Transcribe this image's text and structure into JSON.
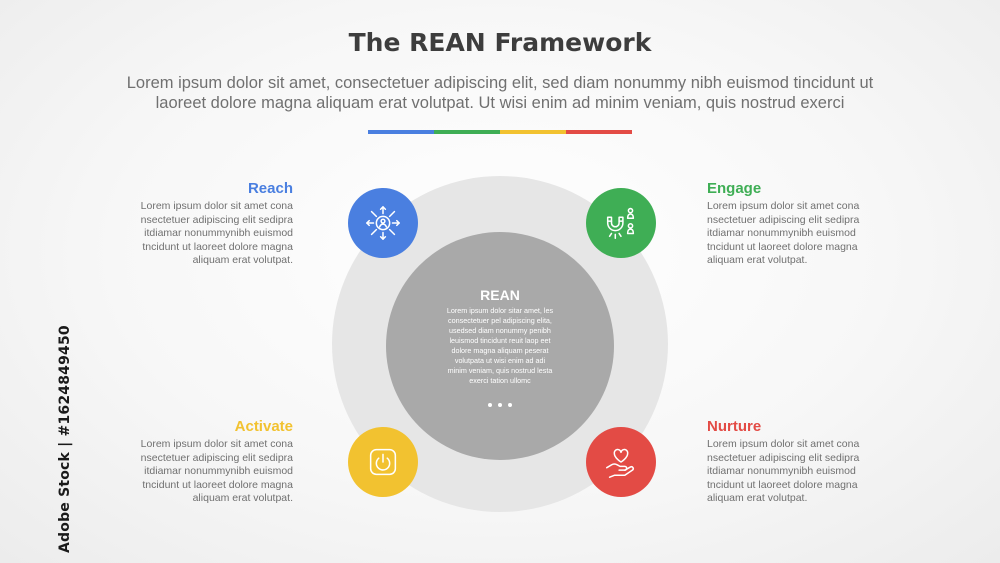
{
  "title": "The REAN Framework",
  "subtitle_line1": "Lorem ipsum dolor sit amet, consectetuer adipiscing elit, sed diam nonummy nibh euismod tincidunt ut",
  "subtitle_line2": "laoreet dolore magna aliquam erat volutpat. Ut wisi enim ad minim veniam, quis nostrud exerci",
  "divider_colors": [
    "#4a7fe0",
    "#3fae55",
    "#f2c230",
    "#e34b45"
  ],
  "center": {
    "title": "REAN",
    "body": "Lorem ipsum dolor sitar amet, les\nconsectetuer pel adipiscing elita,\nusedsed diam nonummy penibh\nleuismod tincidunt reuit laop eet\ndolore magna aliquam peserat\nvolutpata ut wisi enim ad adi\nminim veniam, quis nostrud lesta\nexerci tation ullomc"
  },
  "stages": {
    "reach": {
      "label": "Reach",
      "color": "#4a7fe0",
      "icon": "network-person-icon",
      "body": "Lorem ipsum dolor sit amet cona\nnsectetuer adipiscing elit sedipra\nitdiamar nonummynibh euismod\ntncidunt ut laoreet dolore magna\naliquam erat volutpat."
    },
    "engage": {
      "label": "Engage",
      "color": "#3fae55",
      "icon": "magnet-people-icon",
      "body": "Lorem ipsum dolor sit amet cona\nnsectetuer adipiscing elit sedipra\nitdiamar nonummynibh euismod\ntncidunt ut laoreet dolore magna\naliquam erat volutpat."
    },
    "activate": {
      "label": "Activate",
      "color": "#f2c230",
      "icon": "power-button-icon",
      "body": "Lorem ipsum dolor sit amet cona\nnsectetuer adipiscing elit sedipra\nitdiamar nonummynibh euismod\ntncidunt ut laoreet dolore magna\naliquam erat volutpat."
    },
    "nurture": {
      "label": "Nurture",
      "color": "#e34b45",
      "icon": "hand-heart-icon",
      "body": "Lorem ipsum dolor sit amet cona\nnsectetuer adipiscing elit sedipra\nitdiamar nonummynibh euismod\ntncidunt ut laoreet dolore magna\naliquam erat volutpat."
    }
  },
  "watermark": "Adobe Stock | #1624849450"
}
